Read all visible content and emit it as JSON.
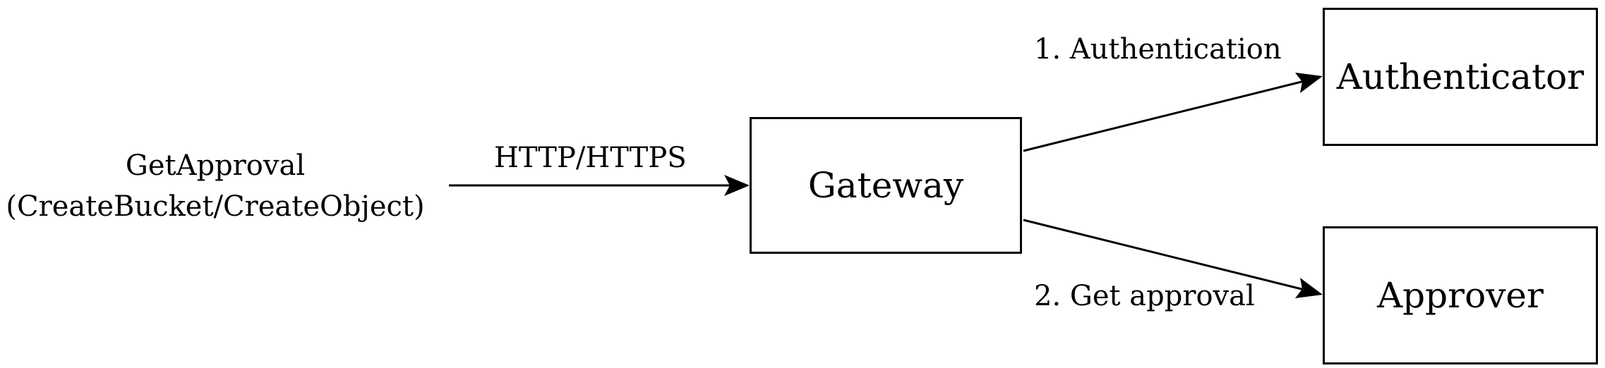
{
  "diagram": {
    "client": {
      "line1": "GetApproval",
      "line2": "(CreateBucket/CreateObject)"
    },
    "nodes": {
      "gateway": "Gateway",
      "authenticator": "Authenticator",
      "approver": "Approver"
    },
    "edges": {
      "client_to_gateway": "HTTP/HTTPS",
      "gateway_to_authenticator": "1. Authentication",
      "gateway_to_approver": "2. Get approval"
    },
    "colors": {
      "stroke": "#000000",
      "background": "#ffffff"
    }
  }
}
